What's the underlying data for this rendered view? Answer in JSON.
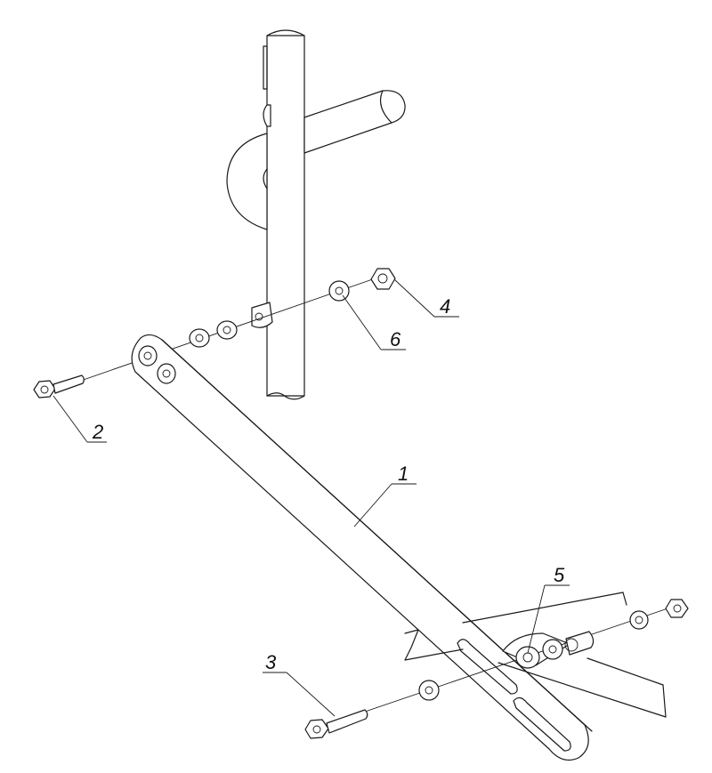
{
  "diagram": {
    "callouts": [
      {
        "id": "callout-1",
        "label": "1"
      },
      {
        "id": "callout-2",
        "label": "2"
      },
      {
        "id": "callout-3",
        "label": "3"
      },
      {
        "id": "callout-4",
        "label": "4"
      },
      {
        "id": "callout-5",
        "label": "5"
      },
      {
        "id": "callout-6",
        "label": "6"
      }
    ],
    "colors": {
      "line": "#1a1a1a",
      "background": "#ffffff"
    }
  }
}
